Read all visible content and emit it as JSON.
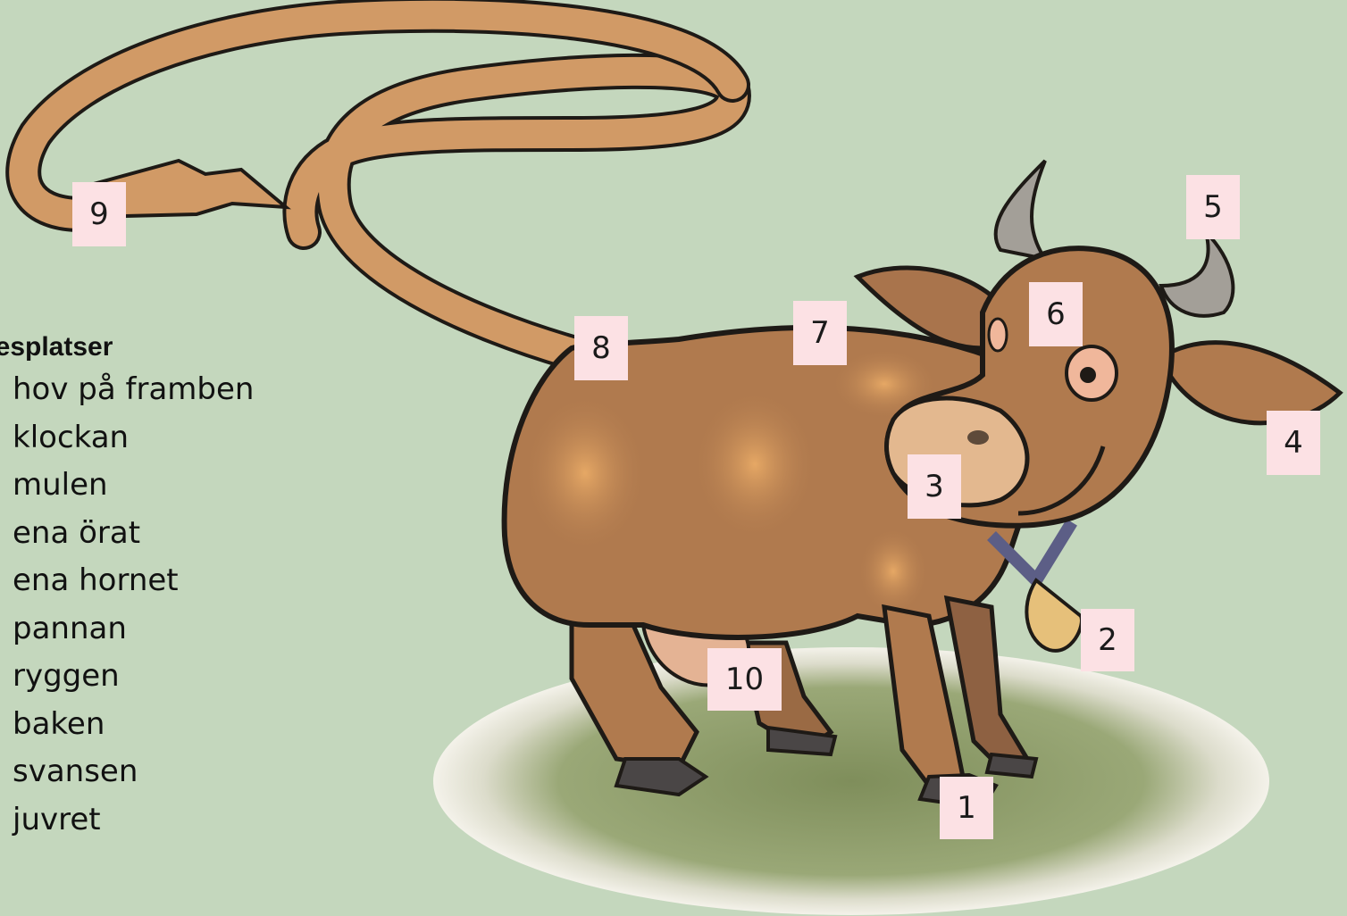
{
  "legend": {
    "title": "nnesplatser",
    "items": [
      "hov på framben",
      "klockan",
      "mulen",
      "ena örat",
      "ena hornet",
      "pannan",
      "ryggen",
      "baken",
      "svansen",
      "juvret"
    ]
  },
  "labels": {
    "n1": "1",
    "n2": "2",
    "n3": "3",
    "n4": "4",
    "n5": "5",
    "n6": "6",
    "n7": "7",
    "n8": "8",
    "n9": "9",
    "n10": "10"
  },
  "colors": {
    "background": "#c4d7bd",
    "cow_body": "#b07a4e",
    "cow_highlight": "#dd9f63",
    "tail": "#d19a66",
    "horn": "#a39f98",
    "ground": "#8f9e6a",
    "label_box": "#fce1e4"
  }
}
